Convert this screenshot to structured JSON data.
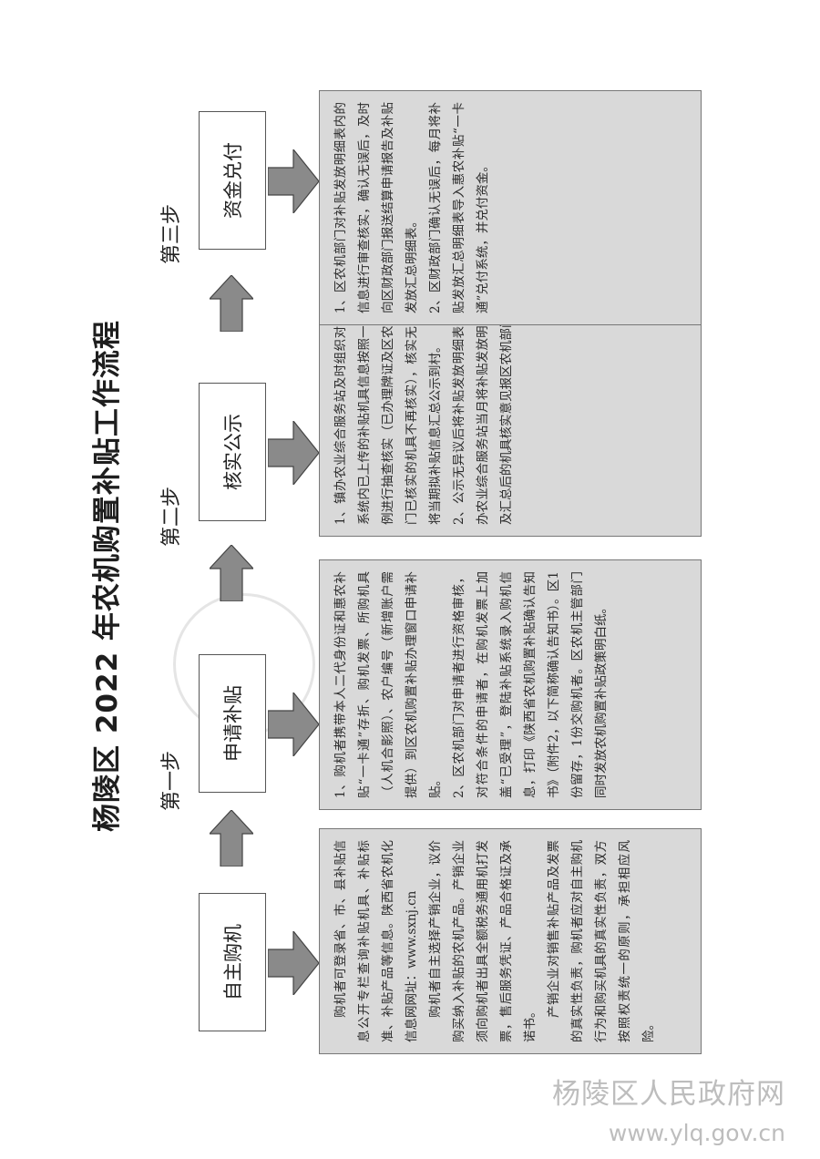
{
  "title": "杨陵区 2022 年农机购置补贴工作流程",
  "steps": {
    "step1_label": "第一步",
    "step2_label": "第二步",
    "step3_label": "第三步"
  },
  "boxes": {
    "self_purchase": "自主购机",
    "apply": "申请补贴",
    "verify": "核实公示",
    "payment": "资金兑付"
  },
  "descriptions": {
    "self_purchase": [
      "购机者可登录省、市、县补贴信息公开专栏查询补贴机具、补贴标准、补贴产品等信息。陕西省农机化信息网网址：www.sxnj.cn",
      "购机者自主选择产销企业，议价购买纳入补贴的农机产品。产销企业须向购机者出具全额税务通用机打发票，售后服务凭证、产品合格证及承诺书。",
      "产销企业对销售补贴产品及发票的真实性负责，购机者应对自主购机行为和购买机具的真实性负责，双方按照权责统一的原则，承担相应风险。"
    ],
    "apply": [
      "1、购机者携带本人二代身份证和惠农补贴“一卡通”存折、购机发票、所购机具（人机合影照）、农户编号（新增账户需提供）到区农机购置补贴办理窗口申请补贴。",
      "2、区农机部门对申请者进行资格审核，对符合条件的申请者，在购机发票上加盖“已受理”，登陆补贴系统录入购机信息，打印《陕西省农机购置补贴确认告知书》（附件2，以下简称确认告知书）。区1份留存，1份交购机者。区农机主管部门同时发放农机购置补贴政策明白纸。"
    ],
    "verify": [
      "1、镇办农业综合服务站及时组织对补贴系统内已上传的补贴机具信息按照一定比例进行抽查核实（已办理牌证及区农机部门已核实的机具不再核实），核实无误后将当期拟补贴信息汇总公示到村。",
      "2、公示无异议后将补贴发放明细表。镇办农业综合服务站当月将补贴发放明细表及汇总后的机具核实意见报区农机部门。"
    ],
    "payment": [
      "1、区农机部门对补贴发放明细表内的信息进行审查核实，确认无误后，及时向区财政部门报送结算申请报告及补贴发放汇总明细表。",
      "2、区财政部门确认无误后，每月将补贴发放汇总明细表导入惠农补贴“一卡通”兑付系统，并兑付资金。"
    ]
  },
  "watermark": {
    "line1": "杨陵区人民政府网",
    "line2": "www.ylq.gov.cn"
  }
}
